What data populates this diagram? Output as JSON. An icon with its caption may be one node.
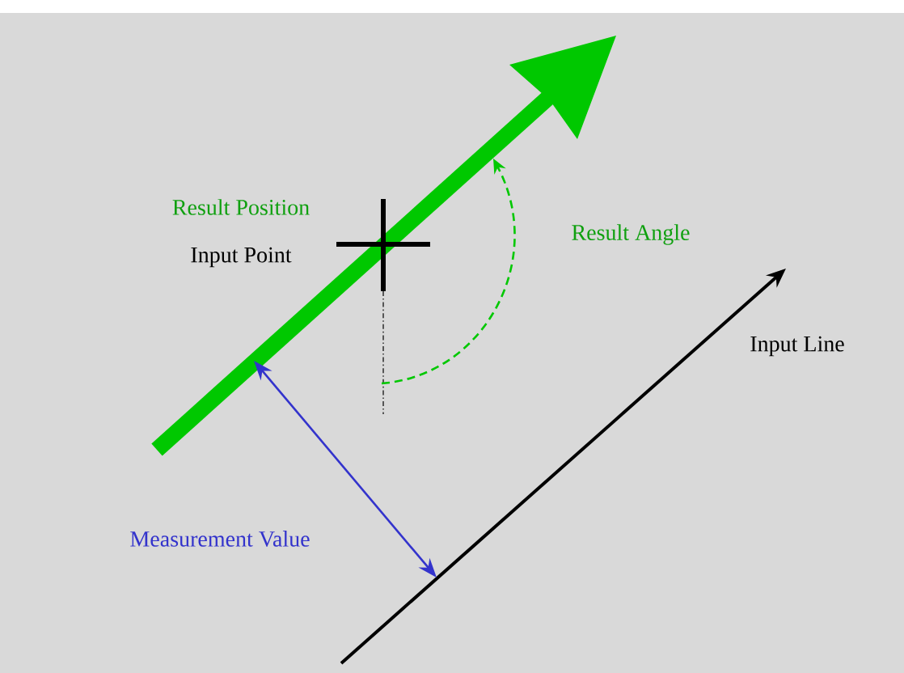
{
  "diagram": {
    "labels": [
      "Result Position",
      "Input Point",
      "Result Angle",
      "Input Line",
      "Measurement Value"
    ]
  }
}
